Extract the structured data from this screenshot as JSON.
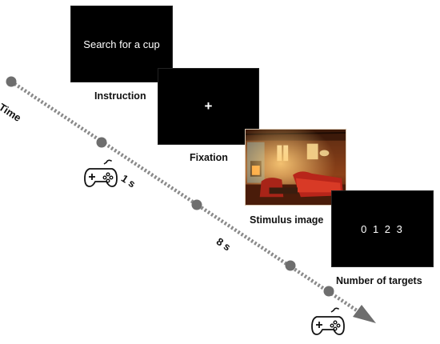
{
  "screens": {
    "instruction": {
      "text": "Search for a cup",
      "caption": "Instruction"
    },
    "fixation": {
      "text": "+",
      "caption": "Fixation"
    },
    "stimulus": {
      "caption": "Stimulus image"
    },
    "targets": {
      "text": "0 1 2 3",
      "caption": "Number of targets"
    }
  },
  "timeline": {
    "axis_label": "Time",
    "interval_1": "1 s",
    "interval_2": "8 s"
  },
  "icons": [
    "gamepad-icon",
    "gamepad-icon"
  ],
  "colors": {
    "screen": "#000000",
    "timeline": "#8a8a8a",
    "dot": "#6e6e6e"
  }
}
